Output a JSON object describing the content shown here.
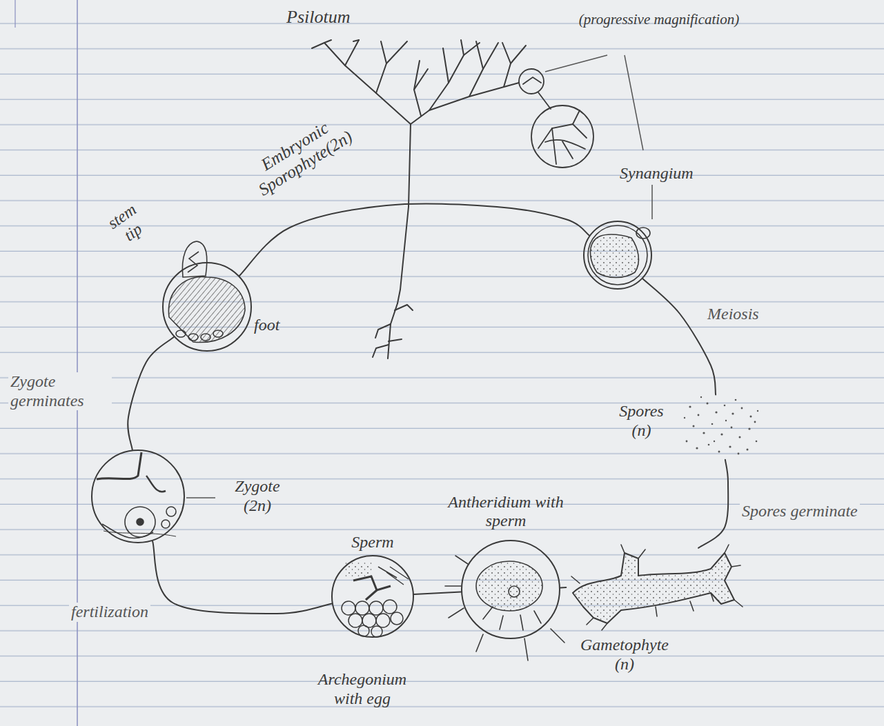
{
  "diagram": {
    "nodes": [
      {
        "text": [
          "Synangium"
        ]
      },
      {
        "text": [
          "Spores (n)"
        ]
      },
      {
        "text": [
          "Gametophyte (n)"
        ]
      },
      {
        "text": [
          "Antheridium with sperm"
        ]
      },
      {
        "text": [
          "Sperm",
          "Archegonium with egg"
        ]
      },
      {
        "text": [
          "Zygote (2n)"
        ]
      },
      {
        "text": [
          "stem tip",
          "foot"
        ]
      }
    ],
    "edges": [
      {
        "from": 0,
        "to": 1,
        "label": "Meiosis",
        "arrow": "none"
      },
      {
        "from": 1,
        "to": 2,
        "label": "Spores germinate",
        "arrow": "none"
      },
      {
        "from": 2,
        "to": 3,
        "arrow": "none"
      },
      {
        "from": 3,
        "to": 4,
        "arrow": "none"
      },
      {
        "from": 4,
        "to": 5,
        "label": "fertilization",
        "arrow": "none"
      },
      {
        "from": 5,
        "to": 6,
        "label": "Zygote germinates",
        "arrow": "none"
      },
      {
        "from": 6,
        "to": 0,
        "arrow": "none"
      }
    ],
    "labels": [
      "Psilotum",
      "(progressive magnification)",
      "Embryonic Sporophyte(2n)"
    ]
  }
}
